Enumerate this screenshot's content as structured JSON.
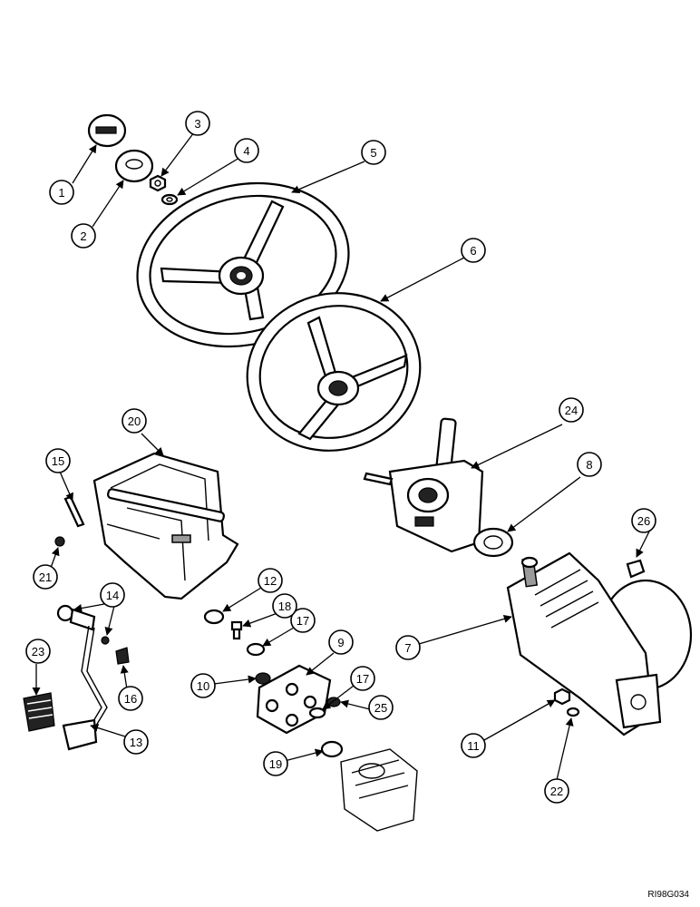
{
  "callouts": [
    "1",
    "2",
    "3",
    "4",
    "5",
    "6",
    "7",
    "8",
    "9",
    "10",
    "11",
    "12",
    "13",
    "14",
    "15",
    "16",
    "17",
    "17",
    "18",
    "19",
    "20",
    "21",
    "22",
    "23",
    "24",
    "25",
    "26"
  ],
  "figure_ref": "RI98G034"
}
